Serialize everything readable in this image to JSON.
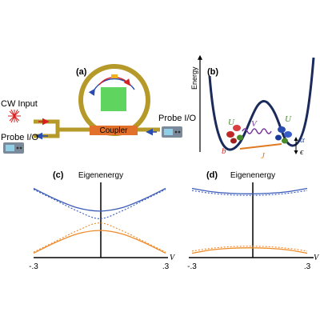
{
  "panels": {
    "a": {
      "label": "(a)",
      "cw_input": "CW Input",
      "probe_left": "Probe I/O",
      "probe_right": "Probe I/O",
      "coupler": "Coupler"
    },
    "b": {
      "label": "(b)",
      "energy_axis": "Energy",
      "U_left": "U",
      "U_right": "U",
      "V": "V",
      "J": "J",
      "b": "b",
      "alpha": "α",
      "epsilon": "ϵ"
    },
    "c": {
      "label": "(c)",
      "title": "Eigenenergy",
      "x_min": "-.3",
      "x_max": ".3",
      "x_var": "V"
    },
    "d": {
      "label": "(d)",
      "title": "Eigenenergy",
      "x_min": "-.3",
      "x_max": ".3",
      "x_var": "V"
    }
  },
  "colors": {
    "waveguide": "#b59a2a",
    "coupler": "#e0702a",
    "resonator_fill": "#5fd45f",
    "upper_branch": "#3b5bb8",
    "lower_branch": "#ee8b2a",
    "well_curve": "#1a2a5a",
    "b_label": "#d42020",
    "alpha_label": "#2a4bb0",
    "V_label": "#7a3aa0",
    "J_label": "#e07a20",
    "U_label": "#4a8a2a"
  },
  "chart_data": [
    {
      "type": "line",
      "panel": "c",
      "title": "Eigenenergy",
      "x_range": [
        -0.3,
        0.3
      ],
      "series": [
        {
          "style": "solid",
          "branch": "upper",
          "x": [
            -0.3,
            -0.2,
            -0.1,
            0,
            0.1,
            0.2,
            0.3
          ],
          "y": [
            0.3,
            0.2,
            0.12,
            0.09,
            0.12,
            0.2,
            0.3
          ]
        },
        {
          "style": "dotted",
          "branch": "upper",
          "x": [
            -0.3,
            -0.2,
            -0.1,
            0,
            0.1,
            0.2,
            0.3
          ],
          "y": [
            0.29,
            0.19,
            0.09,
            0.02,
            0.09,
            0.19,
            0.29
          ]
        },
        {
          "style": "solid",
          "branch": "lower",
          "x": [
            -0.3,
            -0.2,
            -0.1,
            0,
            0.1,
            0.2,
            0.3
          ],
          "y": [
            -0.3,
            -0.2,
            -0.12,
            -0.09,
            -0.12,
            -0.2,
            -0.3
          ]
        },
        {
          "style": "dotted",
          "branch": "lower",
          "x": [
            -0.3,
            -0.2,
            -0.1,
            0,
            0.1,
            0.2,
            0.3
          ],
          "y": [
            -0.29,
            -0.19,
            -0.09,
            -0.02,
            -0.09,
            -0.19,
            -0.29
          ]
        }
      ]
    },
    {
      "type": "line",
      "panel": "d",
      "title": "Eigenenergy",
      "x_range": [
        -0.3,
        0.3
      ],
      "series": [
        {
          "style": "solid",
          "branch": "upper",
          "x": [
            -0.3,
            -0.2,
            -0.1,
            0,
            0.1,
            0.2,
            0.3
          ],
          "y": [
            0.3,
            0.27,
            0.255,
            0.25,
            0.255,
            0.27,
            0.3
          ]
        },
        {
          "style": "dotted",
          "branch": "upper",
          "x": [
            -0.3,
            -0.2,
            -0.1,
            0,
            0.1,
            0.2,
            0.3
          ],
          "y": [
            0.28,
            0.255,
            0.24,
            0.235,
            0.24,
            0.255,
            0.28
          ]
        },
        {
          "style": "solid",
          "branch": "lower",
          "x": [
            -0.3,
            -0.2,
            -0.1,
            0,
            0.1,
            0.2,
            0.3
          ],
          "y": [
            -0.3,
            -0.27,
            -0.255,
            -0.25,
            -0.255,
            -0.27,
            -0.3
          ]
        },
        {
          "style": "dotted",
          "branch": "lower",
          "x": [
            -0.3,
            -0.2,
            -0.1,
            0,
            0.1,
            0.2,
            0.3
          ],
          "y": [
            -0.28,
            -0.255,
            -0.24,
            -0.235,
            -0.24,
            -0.255,
            -0.28
          ]
        }
      ]
    }
  ]
}
